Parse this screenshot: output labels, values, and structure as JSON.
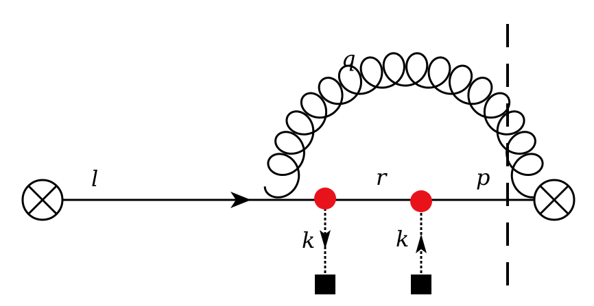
{
  "diagram": {
    "labels": {
      "l": "l",
      "q": "q",
      "r": "r",
      "p": "p",
      "k_left": "k",
      "k_right": "k"
    },
    "colors": {
      "line": "#000000",
      "vertex": "#e8121b",
      "source": "#000000"
    },
    "elements": {
      "left_vertex": "crossed-circle",
      "right_vertex": "crossed-circle",
      "gluon": "gluon-coil",
      "cut": "dashed-line",
      "glauber_sources": "square"
    }
  }
}
